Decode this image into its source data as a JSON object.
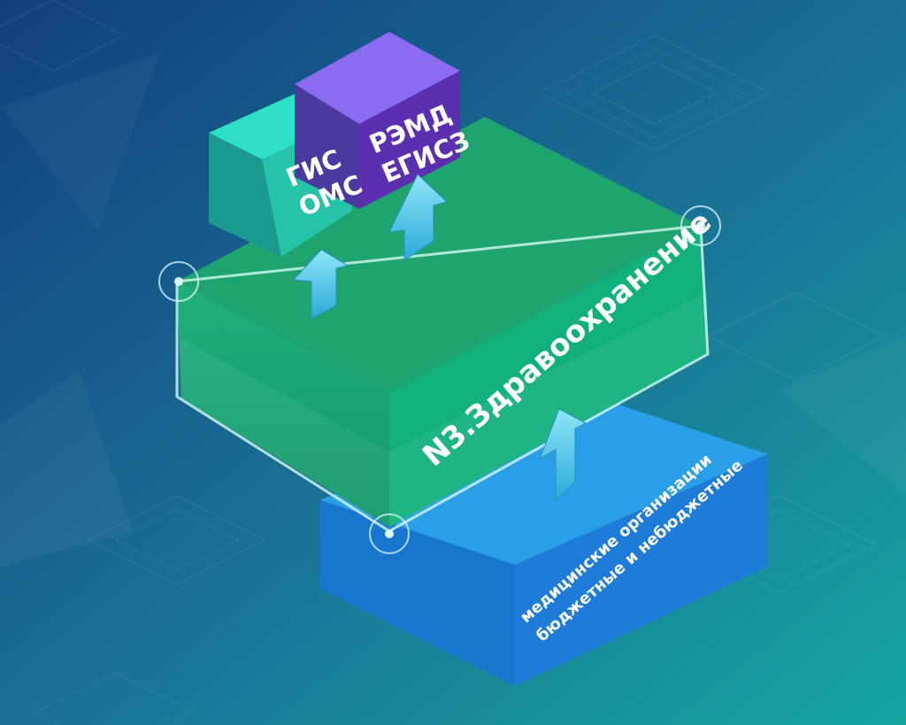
{
  "boxes": {
    "gis_oms": {
      "line1": "ГИС",
      "line2": "ОМС"
    },
    "remd_egisz": {
      "line1": "РЭМД",
      "line2": "ЕГИСЗ"
    },
    "n3": {
      "label": "N3.Здравоохранение"
    },
    "med_orgs": {
      "line1": "медицинские организации",
      "line2": "бюджетные и небюджетные"
    }
  },
  "colors": {
    "background_top": "#12407e",
    "background_bottom": "#15a6a0",
    "gis_front": "#25c3a8",
    "gis_top": "#2fe0c4",
    "gis_side": "#1a9a8e",
    "remd_front": "#5b2fb0",
    "remd_top": "#8b6cf0",
    "remd_side": "#4a3aa0",
    "n3_top": "#1fa46f",
    "n3_front": "#17a071",
    "n3_side": "#12b07c",
    "med_top": "#2a9fe8",
    "med_front": "#1976cf",
    "med_side": "#1e7bd8",
    "arrow": "#59d2ef"
  },
  "icons": [
    "up-arrow-icon",
    "target-ring-icon"
  ]
}
